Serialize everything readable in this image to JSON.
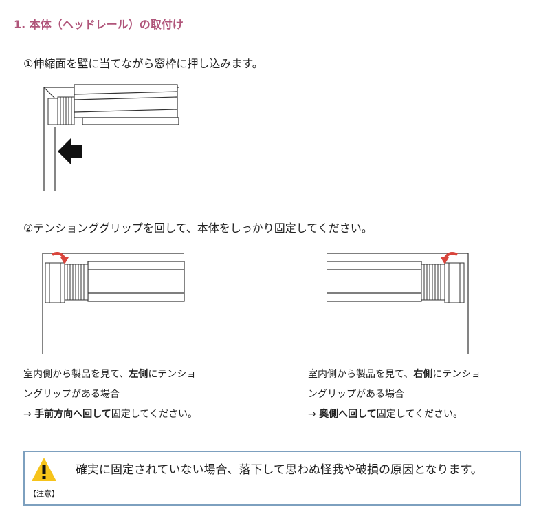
{
  "title": "1. 本体（ヘッドレール）の取付け",
  "step1": {
    "text": "①伸縮面を壁に当てながら窓枠に押し込みます。"
  },
  "step2": {
    "text": "②テンションググリップを回して、本体をしっかり固定してください。"
  },
  "left_caption": {
    "line1_pre": "室内側から製品を見て、",
    "line1_bold": "左側",
    "line1_post": "にテンショ",
    "line2": "ングリップがある場合",
    "line3_arrow": "→ ",
    "line3_bold": "手前方向へ回して",
    "line3_post": "固定してください。"
  },
  "right_caption": {
    "line1_pre": "室内側から製品を見て、",
    "line1_bold": "右側",
    "line1_post": "にテンショ",
    "line2": "ングリップがある場合",
    "line3_arrow": "→ ",
    "line3_bold": "奥側へ回して",
    "line3_post": "固定してください。"
  },
  "caution": {
    "label": "【注意】",
    "text": "確実に固定されていない場合、落下して思わぬ怪我や破損の原因となります。",
    "icon": "warning-triangle-icon"
  },
  "colors": {
    "title": "#b0557a",
    "rule": "#c9789a",
    "arrow_red": "#d9453c",
    "caution_border": "#7da0bf",
    "warning_yellow": "#f6c31a"
  }
}
